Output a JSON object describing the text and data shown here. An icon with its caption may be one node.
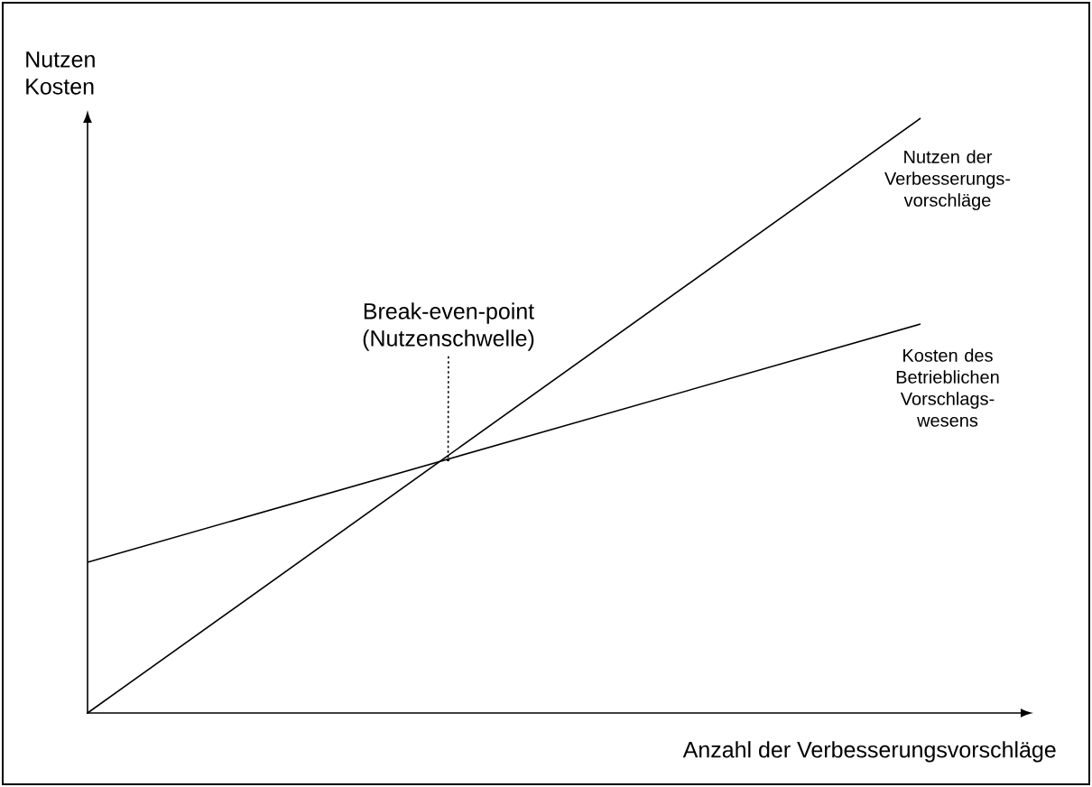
{
  "diagram": {
    "nodes": [
      {
        "text": [
          "Break-even-point (Nutzenschwelle)"
        ]
      },
      {
        "text": [],
        "shape": "point"
      }
    ],
    "edges": [
      {
        "from": 0,
        "to": 1,
        "arrow": "none",
        "style": "dashed"
      }
    ],
    "labels": [
      "Nutzen Kosten",
      "Nutzen der Verbesserungs-vorschläge",
      "Kosten des Betrieblichen Vorschlags-wesens",
      "Anzahl der Verbesserungsvorschläge"
    ]
  }
}
